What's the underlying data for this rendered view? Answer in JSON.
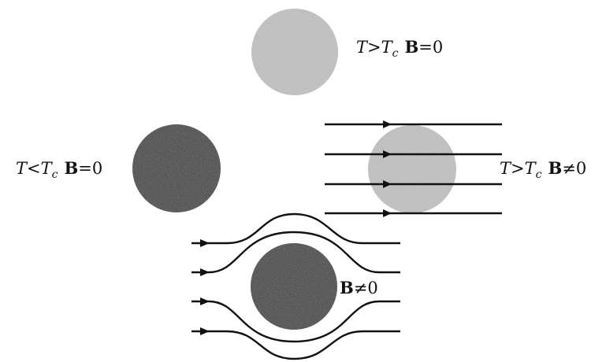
{
  "labels": {
    "top": {
      "T": "T",
      "op": ">",
      "Tc": "T",
      "c": "c",
      "B": "B",
      "rel": "=0"
    },
    "left": {
      "T": "T",
      "op": "<",
      "Tc": "T",
      "c": "c",
      "B": "B",
      "rel": "=0"
    },
    "right": {
      "T": "T",
      "op": ">",
      "Tc": "T",
      "c": "c",
      "B": "B",
      "rel": "≠0"
    },
    "bottom": {
      "B": "B",
      "rel": "≠0"
    }
  },
  "colors": {
    "normal_sphere": "#c2c2c2",
    "superconducting_sphere": "#333333",
    "field_lines": "#111111"
  }
}
